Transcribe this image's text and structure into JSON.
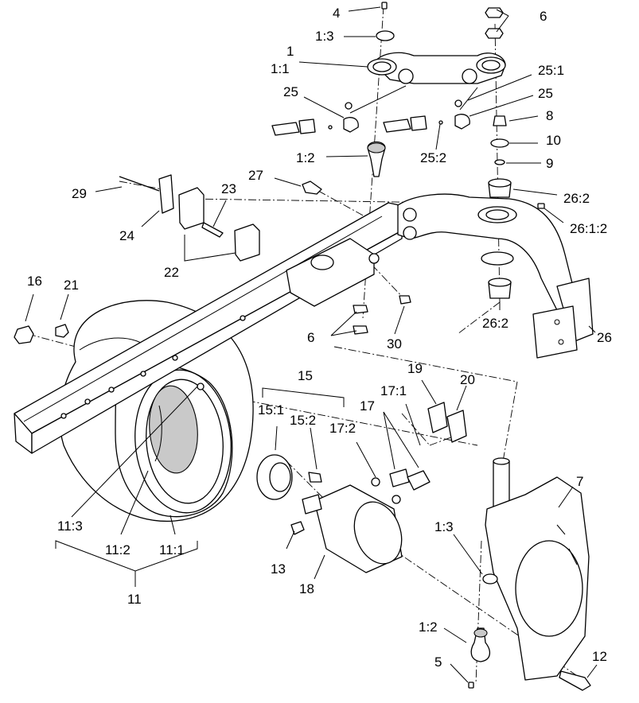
{
  "callouts": [
    {
      "id": "c4",
      "text": "4"
    },
    {
      "id": "c6a",
      "text": "6"
    },
    {
      "id": "c1-3a",
      "text": "1:3"
    },
    {
      "id": "c1",
      "text": "1"
    },
    {
      "id": "c1-1",
      "text": "1:1"
    },
    {
      "id": "c25-1",
      "text": "25:1"
    },
    {
      "id": "c25a",
      "text": "25"
    },
    {
      "id": "c25b",
      "text": "25"
    },
    {
      "id": "c8",
      "text": "8"
    },
    {
      "id": "c10",
      "text": "10"
    },
    {
      "id": "c1-2a",
      "text": "1:2"
    },
    {
      "id": "c25-2",
      "text": "25:2"
    },
    {
      "id": "c9",
      "text": "9"
    },
    {
      "id": "c27",
      "text": "27"
    },
    {
      "id": "c29",
      "text": "29"
    },
    {
      "id": "c23",
      "text": "23"
    },
    {
      "id": "c26-2a",
      "text": "26:2"
    },
    {
      "id": "c26-1-2",
      "text": "26:1:2"
    },
    {
      "id": "c24",
      "text": "24"
    },
    {
      "id": "c22",
      "text": "22"
    },
    {
      "id": "c16",
      "text": "16"
    },
    {
      "id": "c21",
      "text": "21"
    },
    {
      "id": "c6b",
      "text": "6"
    },
    {
      "id": "c30",
      "text": "30"
    },
    {
      "id": "c26-2b",
      "text": "26:2"
    },
    {
      "id": "c26",
      "text": "26"
    },
    {
      "id": "c15",
      "text": "15"
    },
    {
      "id": "c19",
      "text": "19"
    },
    {
      "id": "c20",
      "text": "20"
    },
    {
      "id": "c17-1",
      "text": "17:1"
    },
    {
      "id": "c17",
      "text": "17"
    },
    {
      "id": "c15-1",
      "text": "15:1"
    },
    {
      "id": "c15-2",
      "text": "15:2"
    },
    {
      "id": "c17-2",
      "text": "17:2"
    },
    {
      "id": "c7",
      "text": "7"
    },
    {
      "id": "c1-3b",
      "text": "1:3"
    },
    {
      "id": "c11-3",
      "text": "11:3"
    },
    {
      "id": "c11-2",
      "text": "11:2"
    },
    {
      "id": "c11-1",
      "text": "11:1"
    },
    {
      "id": "c13",
      "text": "13"
    },
    {
      "id": "c18",
      "text": "18"
    },
    {
      "id": "c11",
      "text": "11"
    },
    {
      "id": "c1-2b",
      "text": "1:2"
    },
    {
      "id": "c5",
      "text": "5"
    },
    {
      "id": "c12",
      "text": "12"
    }
  ]
}
